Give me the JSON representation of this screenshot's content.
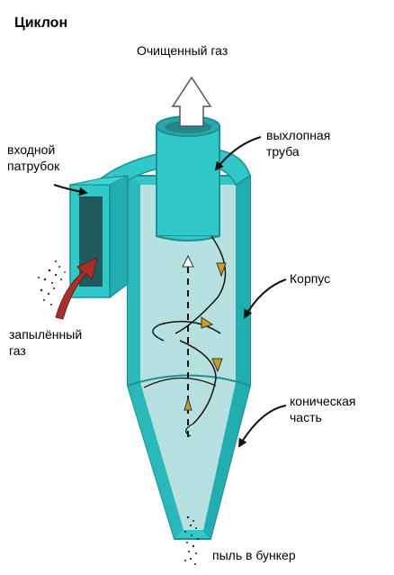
{
  "title": "Циклон",
  "labels": {
    "clean_gas": "Очищенный газ",
    "exhaust_pipe_1": "выхлопная",
    "exhaust_pipe_2": "труба",
    "inlet_1": "входной",
    "inlet_2": "патрубок",
    "body": "Корпус",
    "dusty_gas_1": "запылённый",
    "dusty_gas_2": "газ",
    "conical_1": "коническая",
    "conical_2": "часть",
    "dust_out": "пыль в бункер"
  },
  "colors": {
    "shell": "#30c8c8",
    "shell_dark": "#1e8f93",
    "interior": "#b7e1e1",
    "inlet_dark": "#1f5a5d",
    "red_arrow": "#a8302c"
  }
}
